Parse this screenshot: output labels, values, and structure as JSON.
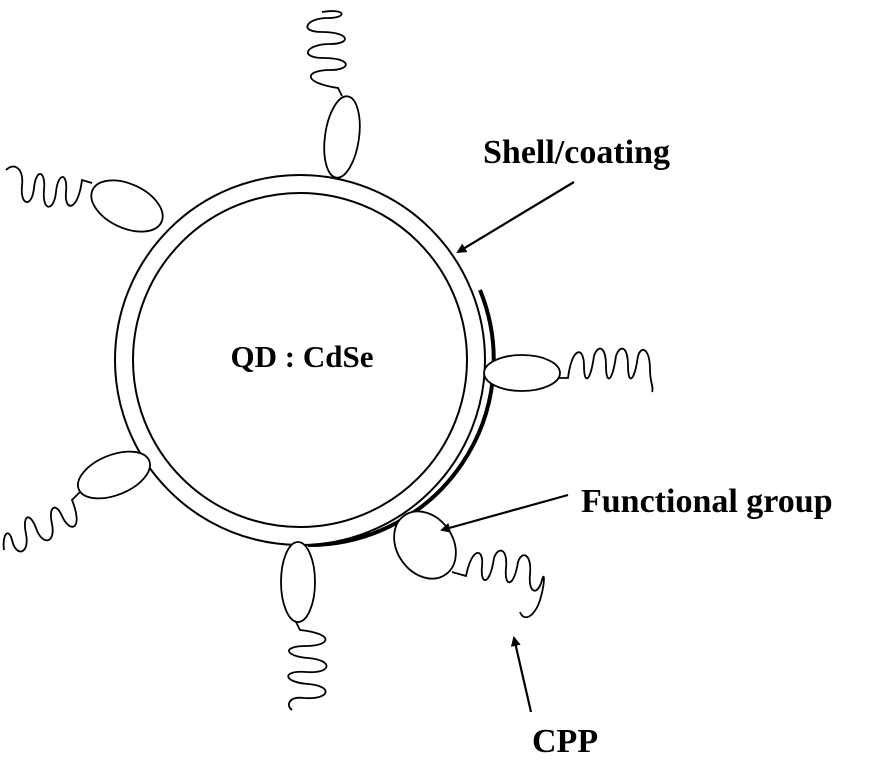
{
  "diagram": {
    "core_label": "QD : CdSe",
    "labels": {
      "shell": "Shell/coating",
      "functional_group": "Functional group",
      "cpp": "CPP"
    }
  },
  "colors": {
    "stroke": "#000000",
    "background": "#ffffff"
  }
}
